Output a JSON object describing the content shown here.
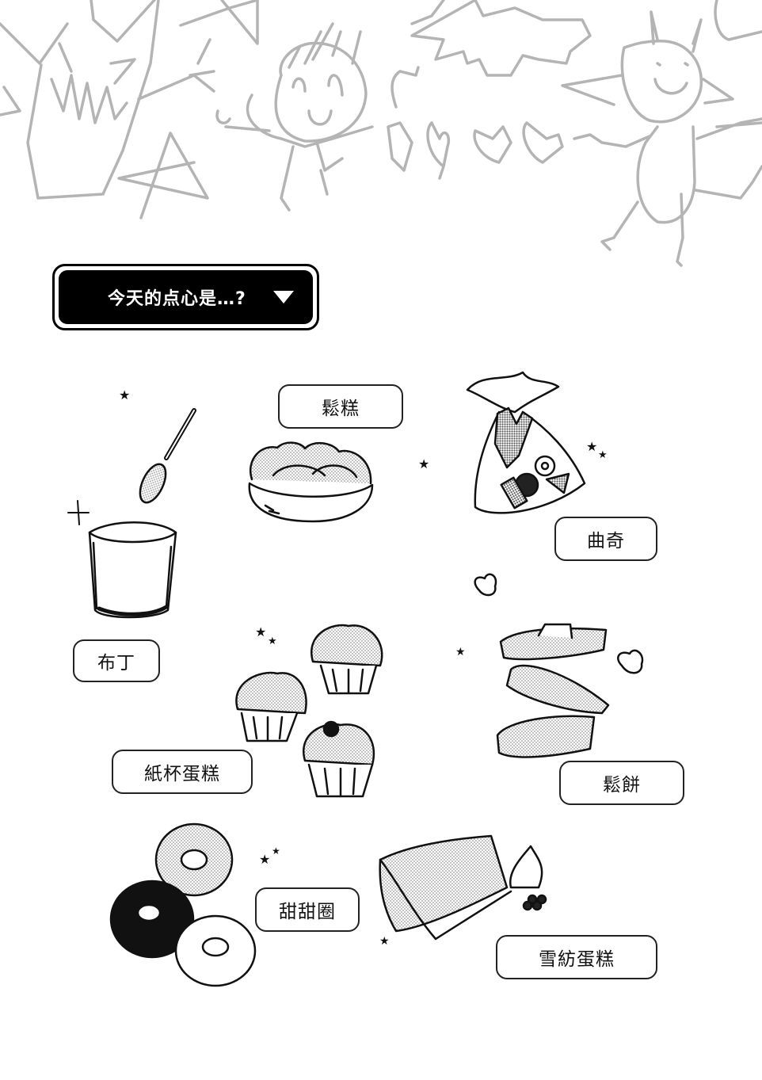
{
  "title_box": {
    "text": "今天的点心是…?",
    "arrow_icon": "triangle-down-icon",
    "colors": {
      "background": "#000000",
      "text": "#ffffff"
    }
  },
  "snacks": [
    {
      "id": "muffin-bread",
      "label": "鬆糕"
    },
    {
      "id": "cookies",
      "label": "曲奇"
    },
    {
      "id": "pudding",
      "label": "布丁"
    },
    {
      "id": "cupcakes",
      "label": "紙杯蛋糕"
    },
    {
      "id": "pound-cake",
      "label": "鬆餅"
    },
    {
      "id": "donuts",
      "label": "甜甜圈"
    },
    {
      "id": "chiffon-cake",
      "label": "雪紡蛋糕"
    }
  ],
  "colors": {
    "doodle_gray": "#b4b4b4",
    "ink": "#111111",
    "screentone": "#cfcfcf"
  }
}
